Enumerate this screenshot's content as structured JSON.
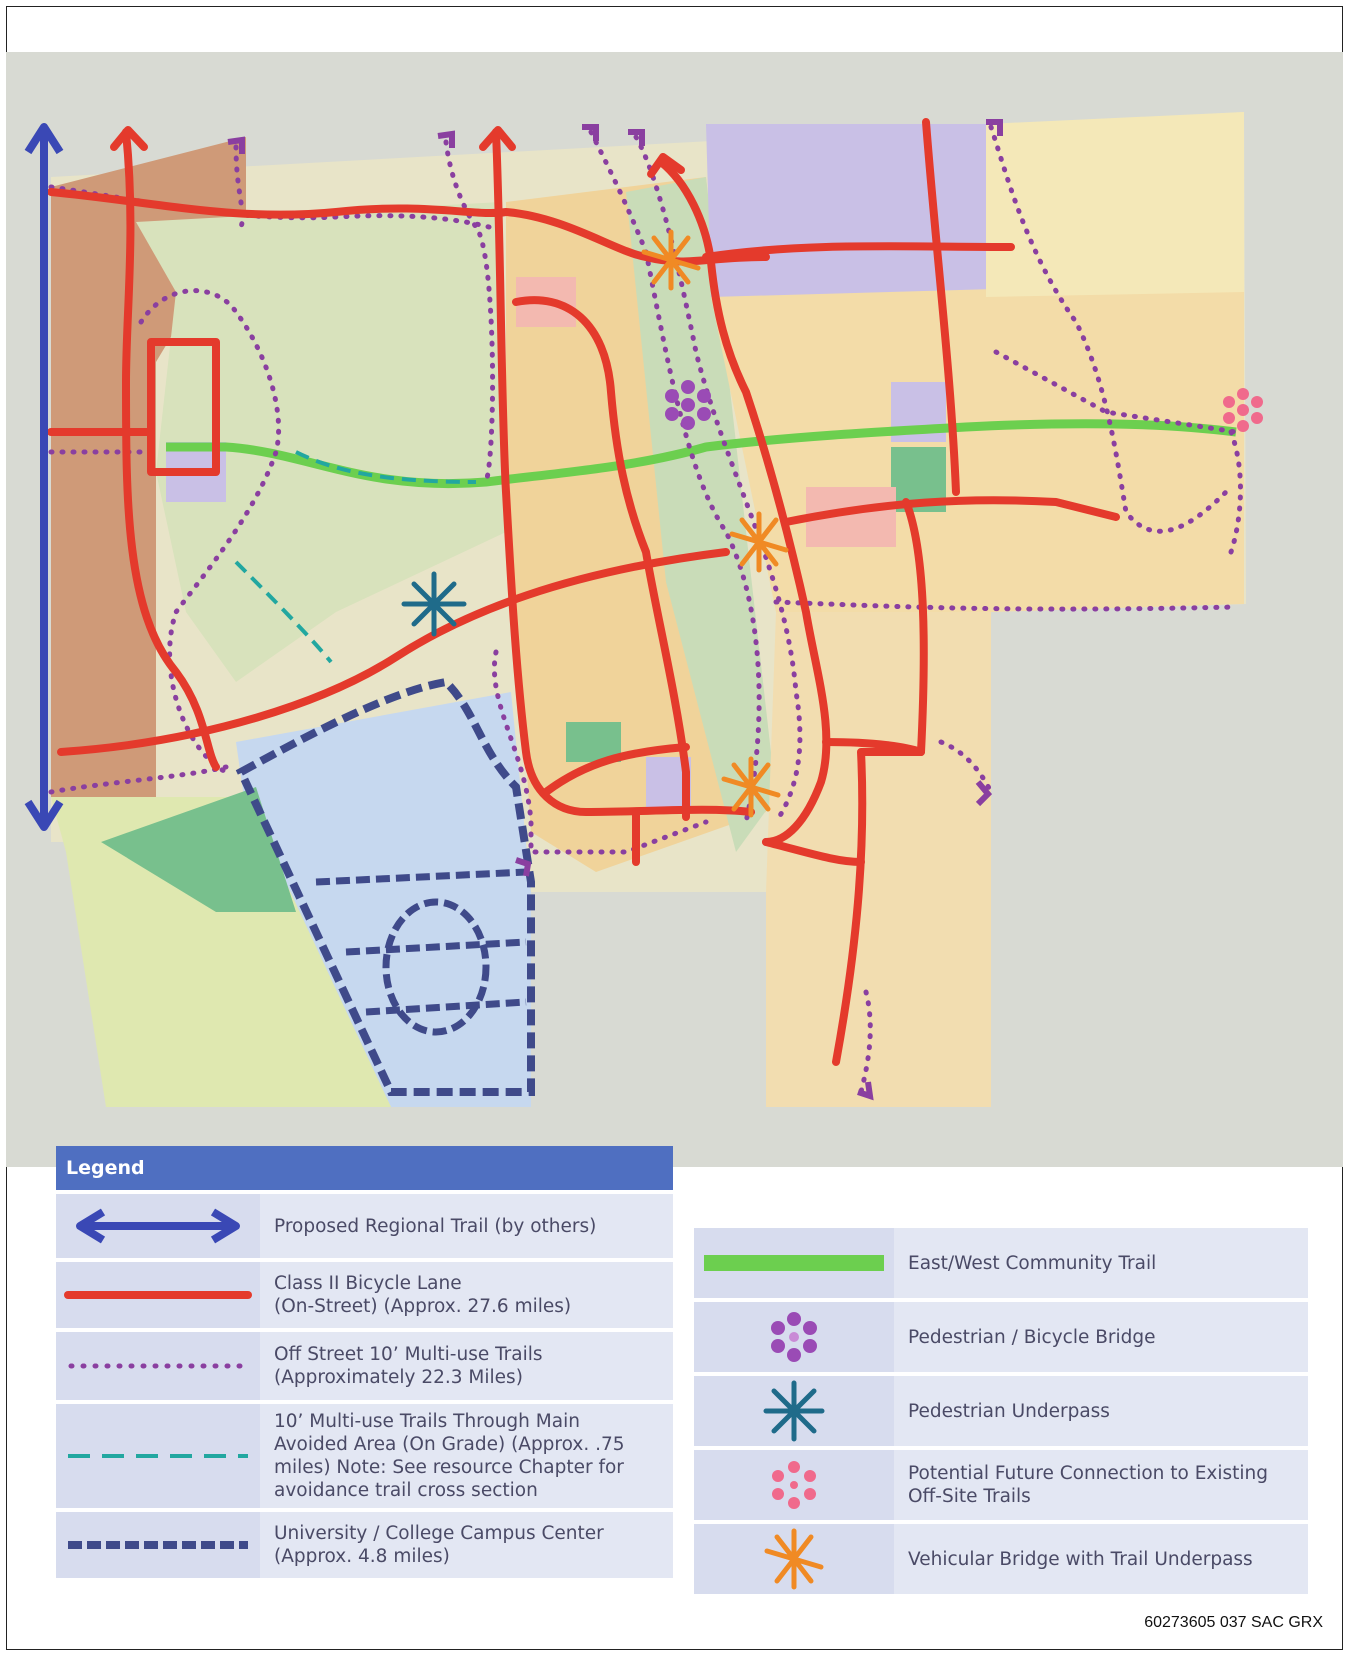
{
  "legend": {
    "title": "Legend",
    "items": [
      {
        "label": "Proposed Regional Trail (by others)",
        "icon": "double-arrow-blue"
      },
      {
        "label": "Class II Bicycle Lane\n(On-Street) (Approx. 27.6 miles)",
        "icon": "red-line"
      },
      {
        "label": "Off Street 10’ Multi-use Trails\n(Approximately 22.3 Miles)",
        "icon": "purple-dotted-line"
      },
      {
        "label": "10’ Multi-use Trails Through Main\nAvoided Area (On Grade) (Approx. .75\nmiles) Note: See resource Chapter for\navoidance trail cross section",
        "icon": "teal-dashed-line"
      },
      {
        "label": "University / College Campus Center\n(Approx. 4.8 miles)",
        "icon": "navy-dashed-line"
      }
    ],
    "items_right": [
      {
        "label": "East/West Community Trail",
        "icon": "green-bar"
      },
      {
        "label": "Pedestrian / Bicycle Bridge",
        "icon": "purple-flower-icon"
      },
      {
        "label": "Pedestrian Underpass",
        "icon": "blue-asterisk-icon"
      },
      {
        "label": "Potential Future Connection to Existing\nOff-Site Trails",
        "icon": "pink-flower-icon"
      },
      {
        "label": "Vehicular Bridge with Trail Underpass",
        "icon": "orange-asterisk-icon"
      }
    ]
  },
  "document_code": "60273605 037 SAC GRX",
  "colors": {
    "regional_trail": "#3a48b5",
    "bike_lane": "#e43a2c",
    "multi_use_trail": "#8a3fa0",
    "avoided_trail": "#22a7a0",
    "campus_trail": "#3f4a8a",
    "community_trail": "#6ccf4f",
    "legend_header": "#4f6fc1"
  }
}
